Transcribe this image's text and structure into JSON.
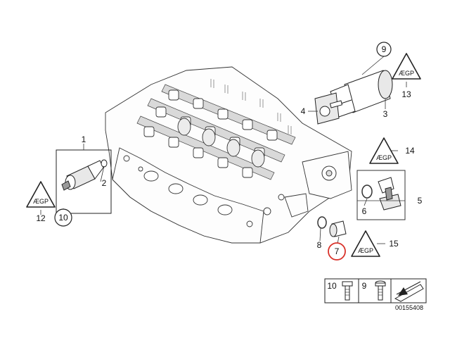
{
  "callouts": {
    "c1": "1",
    "c2": "2",
    "c3": "3",
    "c4": "4",
    "c5": "5",
    "c6": "6",
    "c7": "7",
    "c8": "8",
    "c9": "9",
    "c10": "10",
    "c12": "12",
    "c13": "13",
    "c14": "14",
    "c15": "15"
  },
  "highlighted_callout": "7",
  "legend": {
    "col_a": "10",
    "col_b": "9"
  },
  "warning_symbol_text": "ÆGP",
  "diagram_id": "00155408",
  "colors": {
    "highlight": "#d9322a",
    "ink": "#222222"
  }
}
